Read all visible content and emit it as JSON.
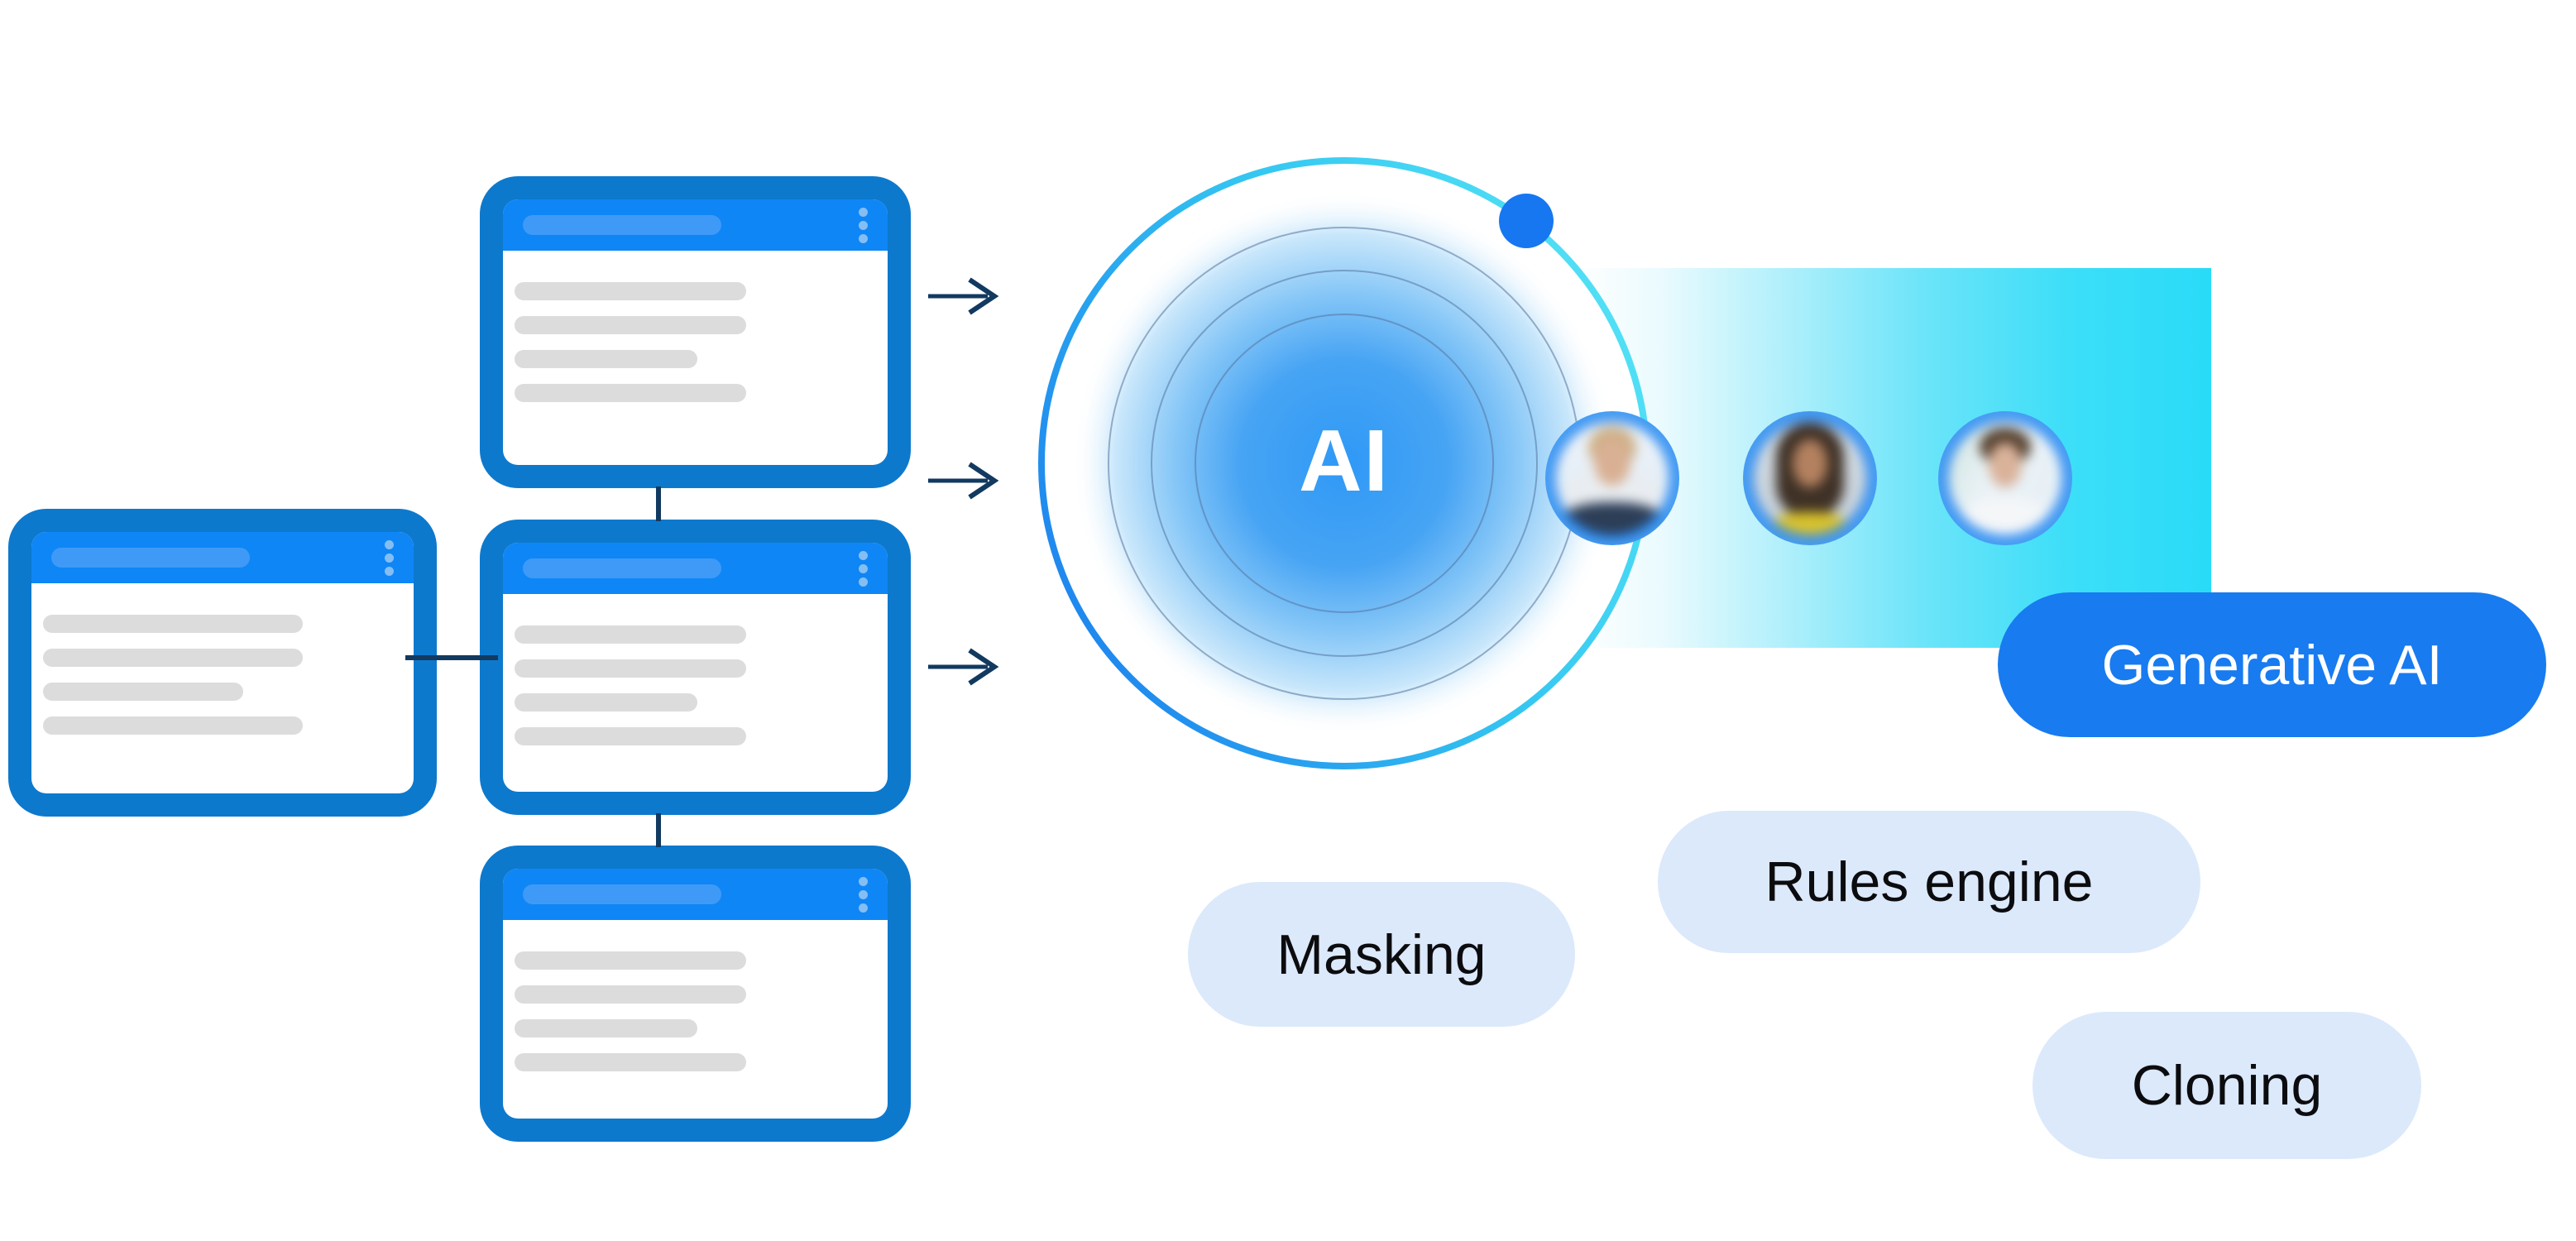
{
  "ai_core": {
    "label": "AI",
    "center_color": "#2f99f6",
    "ring_gradient": [
      "#1e84ee",
      "#55e3f6"
    ],
    "orbit_rings": 3,
    "orbit_dot_color": "#1677f0"
  },
  "source_tables": {
    "count": 4,
    "rows_per_card": 4,
    "frame_color": "#0d79cd",
    "header_color": "#0e86f6",
    "title_bar_color": "#3f9af7",
    "menu_dots_color": "#85bef3",
    "row_placeholder_color": "#dcdcdc",
    "menu_icon": "kebab-menu-icon"
  },
  "flow": {
    "arrow_count": 3,
    "arrow_color": "#123a60",
    "connector_color": "#123a60"
  },
  "band": {
    "color": "#29dbf8",
    "description": "cyan output stream behind user avatars"
  },
  "avatars": [
    {
      "id": "avatar-1",
      "description": "blurred person with light blond hair, white shirt and dark jacket"
    },
    {
      "id": "avatar-2",
      "description": "blurred woman with long dark hair and yellow top"
    },
    {
      "id": "avatar-3",
      "description": "blurred person with short brown hair and white shirt"
    }
  ],
  "tags": {
    "generative_ai": {
      "label": "Generative AI",
      "style": "primary",
      "bg": "#187bf0",
      "text_color": "#ffffff"
    },
    "masking": {
      "label": "Masking",
      "style": "light",
      "bg": "#dbe9fb",
      "text_color": "#0c0c0f"
    },
    "rules_engine": {
      "label": "Rules engine",
      "style": "light",
      "bg": "#dbe9fb",
      "text_color": "#0c0c0f"
    },
    "cloning": {
      "label": "Cloning",
      "style": "light",
      "bg": "#dbe9fb",
      "text_color": "#0c0c0f"
    }
  }
}
